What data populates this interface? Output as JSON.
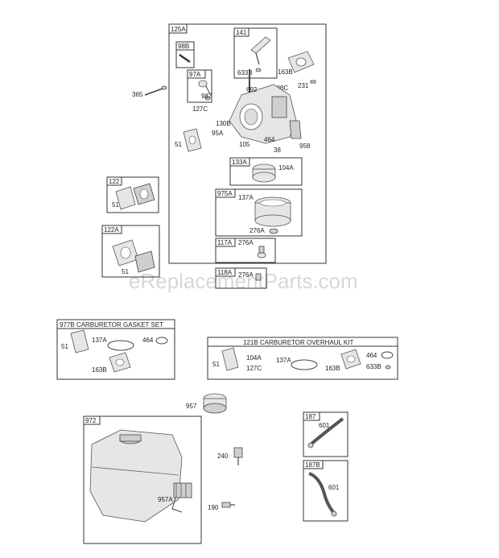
{
  "watermark": "eReplacementParts.com",
  "groups": {
    "g125A": "125A",
    "g141": "141",
    "g98B": "98B",
    "g97A": "97A",
    "g133A": "133A",
    "g975A": "975A",
    "g117A": "117A",
    "g118A": "118A",
    "g122": "122",
    "g122A": "122A",
    "g972": "972",
    "g187": "187",
    "g187B": "187B"
  },
  "kits": {
    "gasket_set": "977B CARBURETOR GASKET SET",
    "overhaul_kit": "121B CARBURETOR OVERHAUL KIT"
  },
  "labels": {
    "p365": "365",
    "p127C": "127C",
    "p987": "987",
    "p692": "692",
    "p130B": "130B",
    "p95A": "95A",
    "p51a": "51",
    "p633B": "633B",
    "p163B": "163B",
    "p108C": "108C",
    "p231": "231",
    "p105": "105",
    "p464": "464",
    "p38": "38",
    "p958": "958",
    "p104A": "104A",
    "p137A": "137A",
    "p276A_a": "276A",
    "p276A_b": "276A",
    "p276A_c": "276A",
    "p51b": "51",
    "p51c": "51",
    "gs_51": "51",
    "gs_137A": "137A",
    "gs_464": "464",
    "gs_163B": "163B",
    "ok_51": "51",
    "ok_104A": "104A",
    "ok_127C": "127C",
    "ok_137A": "137A",
    "ok_163B": "163B",
    "ok_464": "464",
    "ok_633B": "633B",
    "p957": "957",
    "p240": "240",
    "p957A": "957A",
    "p190": "190",
    "p601a": "601",
    "p601b": "601"
  }
}
